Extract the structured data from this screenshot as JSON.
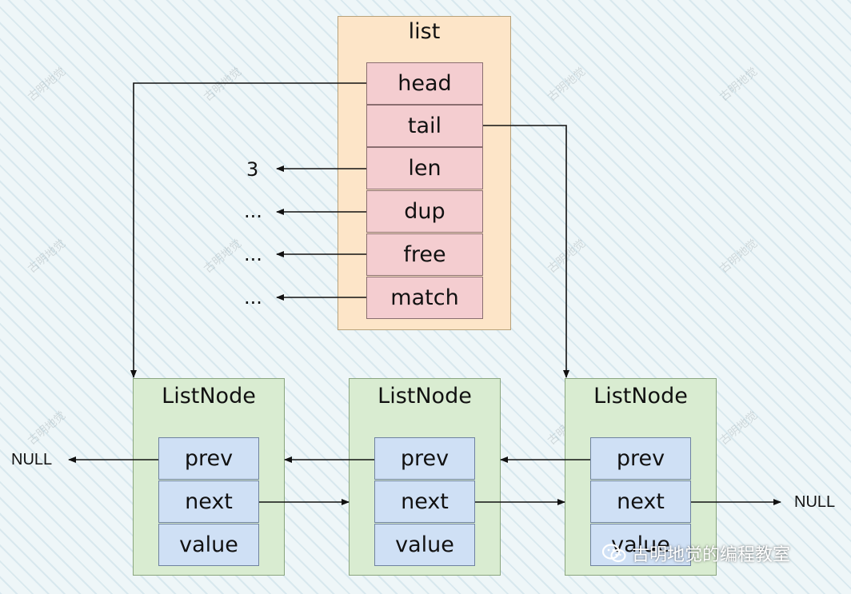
{
  "list": {
    "title": "list",
    "fields": [
      "head",
      "tail",
      "len",
      "dup",
      "free",
      "match"
    ],
    "side_values": [
      "3",
      "...",
      "...",
      "..."
    ]
  },
  "nodes": [
    {
      "title": "ListNode",
      "fields": [
        "prev",
        "next",
        "value"
      ]
    },
    {
      "title": "ListNode",
      "fields": [
        "prev",
        "next",
        "value"
      ]
    },
    {
      "title": "ListNode",
      "fields": [
        "prev",
        "next",
        "value"
      ]
    }
  ],
  "null_left": "NULL",
  "null_right": "NULL",
  "watermark": {
    "tile": "古明地觉",
    "footer": "古明地觉的编程教室",
    "icon": "wechat-icon"
  }
}
